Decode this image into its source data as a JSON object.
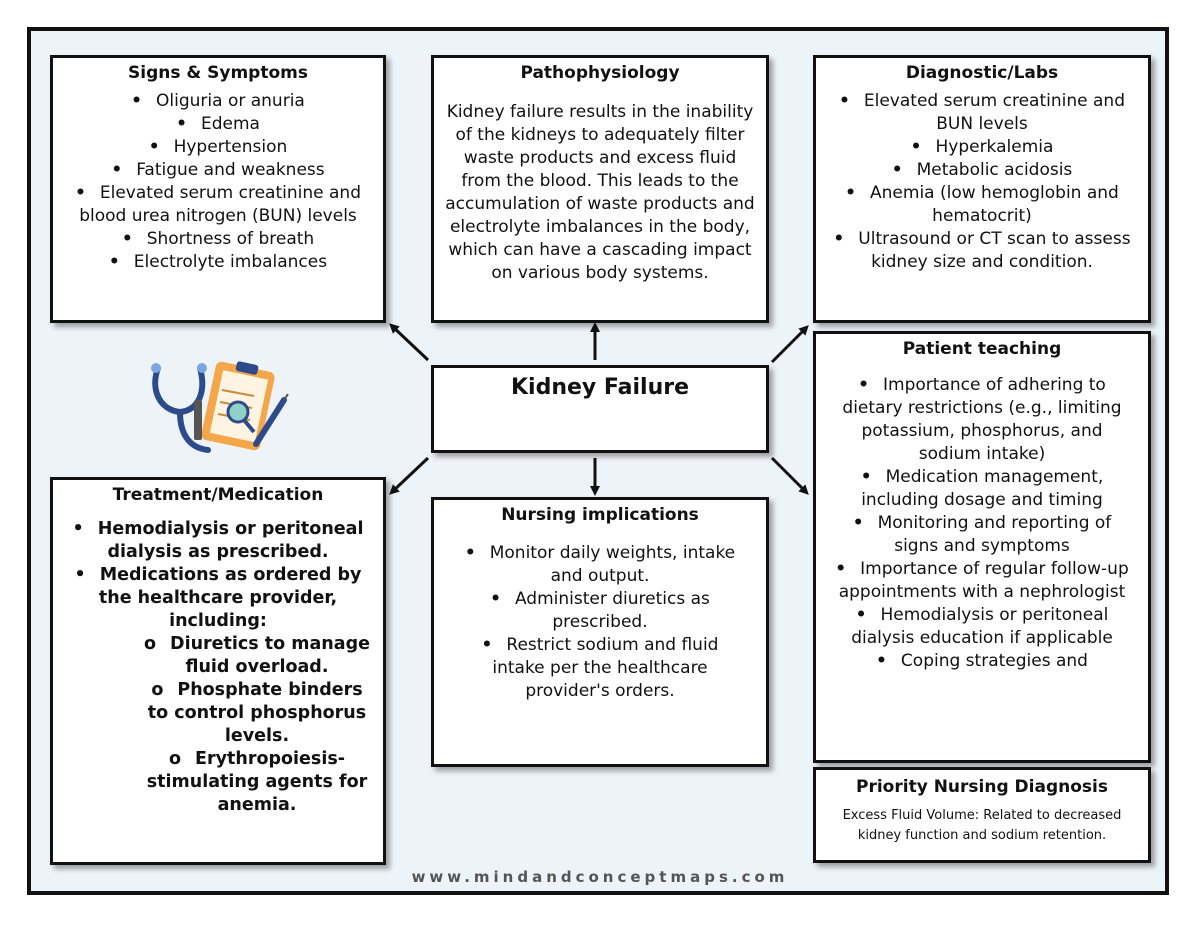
{
  "center": {
    "title": "Kidney Failure"
  },
  "signs": {
    "title": "Signs & Symptoms",
    "items": [
      "Oliguria or anuria",
      "Edema",
      "Hypertension",
      "Fatigue and weakness",
      "Elevated serum creatinine and blood urea nitrogen (BUN) levels",
      "Shortness of breath",
      "Electrolyte imbalances"
    ]
  },
  "patho": {
    "title": "Pathophysiology",
    "text": "Kidney failure results in the inability of the kidneys to adequately filter waste products and excess fluid from the blood. This leads to the accumulation of waste products and electrolyte imbalances in the body, which can have a cascading impact on various body systems."
  },
  "diagnostic": {
    "title": "Diagnostic/Labs",
    "items": [
      "Elevated serum creatinine and BUN levels",
      "Hyperkalemia",
      "Metabolic acidosis",
      "Anemia (low hemoglobin and hematocrit)",
      "Ultrasound or CT scan to assess kidney size and condition."
    ]
  },
  "treatment": {
    "title": "Treatment/Medication",
    "items": [
      "Hemodialysis or peritoneal dialysis as prescribed.",
      "Medications as ordered by the healthcare provider, including:"
    ],
    "subitems": [
      "Diuretics to manage fluid overload.",
      "Phosphate binders to control phosphorus levels.",
      "Erythropoiesis-stimulating agents for anemia."
    ]
  },
  "nursing": {
    "title": "Nursing implications",
    "items": [
      "Monitor daily weights, intake and output.",
      "Administer diuretics as prescribed.",
      "Restrict sodium and fluid intake per the healthcare provider's orders."
    ]
  },
  "teaching": {
    "title": "Patient teaching",
    "items": [
      "Importance of adhering to dietary restrictions (e.g., limiting potassium, phosphorus, and sodium intake)",
      "Medication management, including dosage and timing",
      "Monitoring and reporting of signs and symptoms",
      "Importance of regular follow-up appointments with a nephrologist",
      "Hemodialysis or peritoneal dialysis education if applicable",
      "Coping strategies and"
    ]
  },
  "priority": {
    "title": "Priority Nursing Diagnosis",
    "text": "Excess Fluid Volume: Related to decreased kidney function and sodium retention."
  },
  "footer": {
    "text": "www.mindandconceptmaps.com"
  },
  "icons": [
    "stethoscope-icon",
    "clipboard-icon",
    "syringe-icon"
  ]
}
